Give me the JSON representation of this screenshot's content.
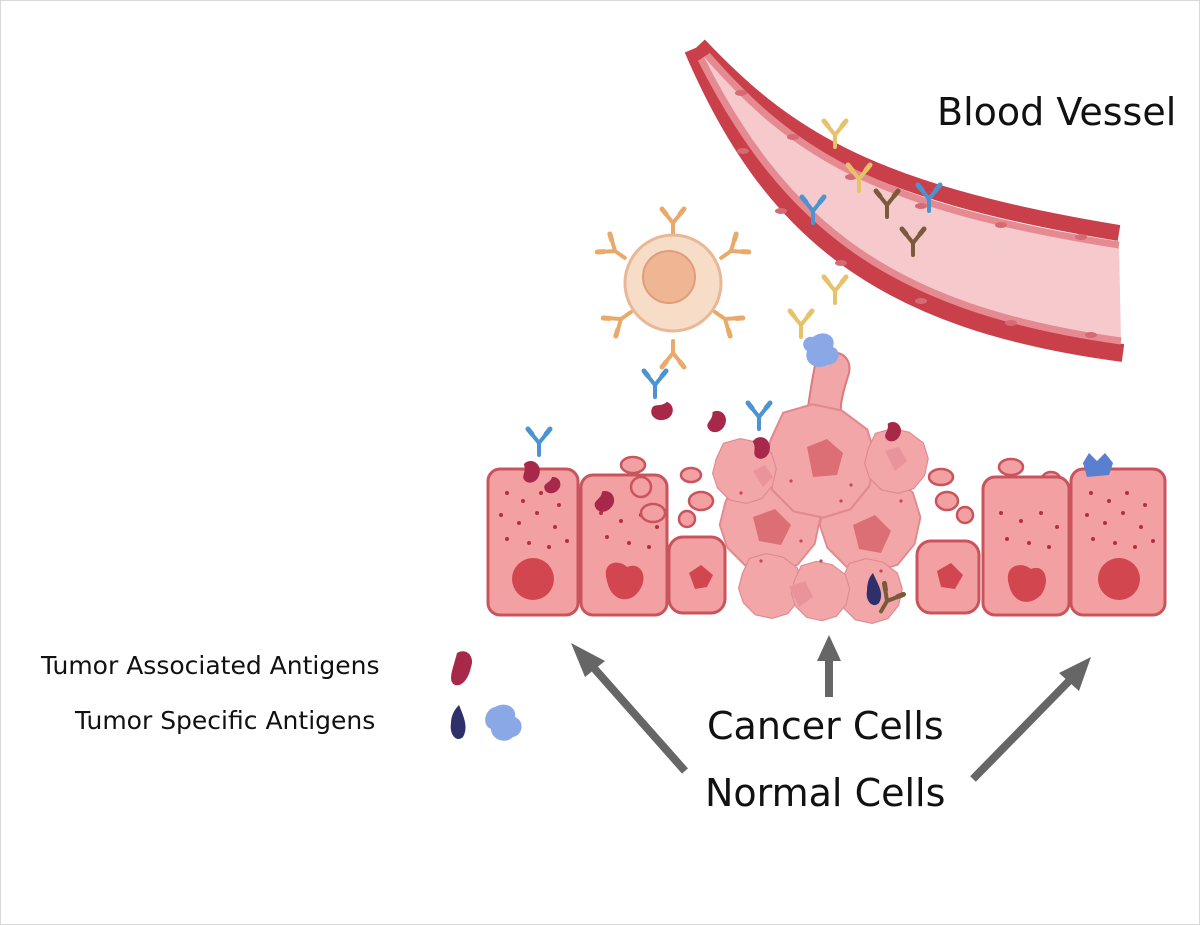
{
  "labels": {
    "blood_vessel": "Blood Vessel",
    "cancer_cells": "Cancer Cells",
    "normal_cells": "Normal Cells"
  },
  "legend": {
    "tumor_associated": "Tumor Associated Antigens",
    "tumor_specific": "Tumor Specific Antigens"
  },
  "colors": {
    "vessel_wall": "#c9404a",
    "vessel_lumen": "#f6c9cc",
    "cell_fill": "#f3a0a3",
    "cell_stroke": "#c9545c",
    "nucleus": "#d2474f",
    "cancer_fill": "#f2a6a8",
    "cancer_nucleus": "#dc6f76",
    "tumor_associated_antigen": "#a8284a",
    "tumor_specific_antigen_dark": "#2f2f6b",
    "tumor_specific_antigen_light": "#8aa8e6",
    "antibody_blue": "#4b93d1",
    "antibody_yellow": "#e6c36a",
    "antibody_brown": "#7a5a3a",
    "immune_cell": "#f4d2b8",
    "arrow": "#666666"
  }
}
